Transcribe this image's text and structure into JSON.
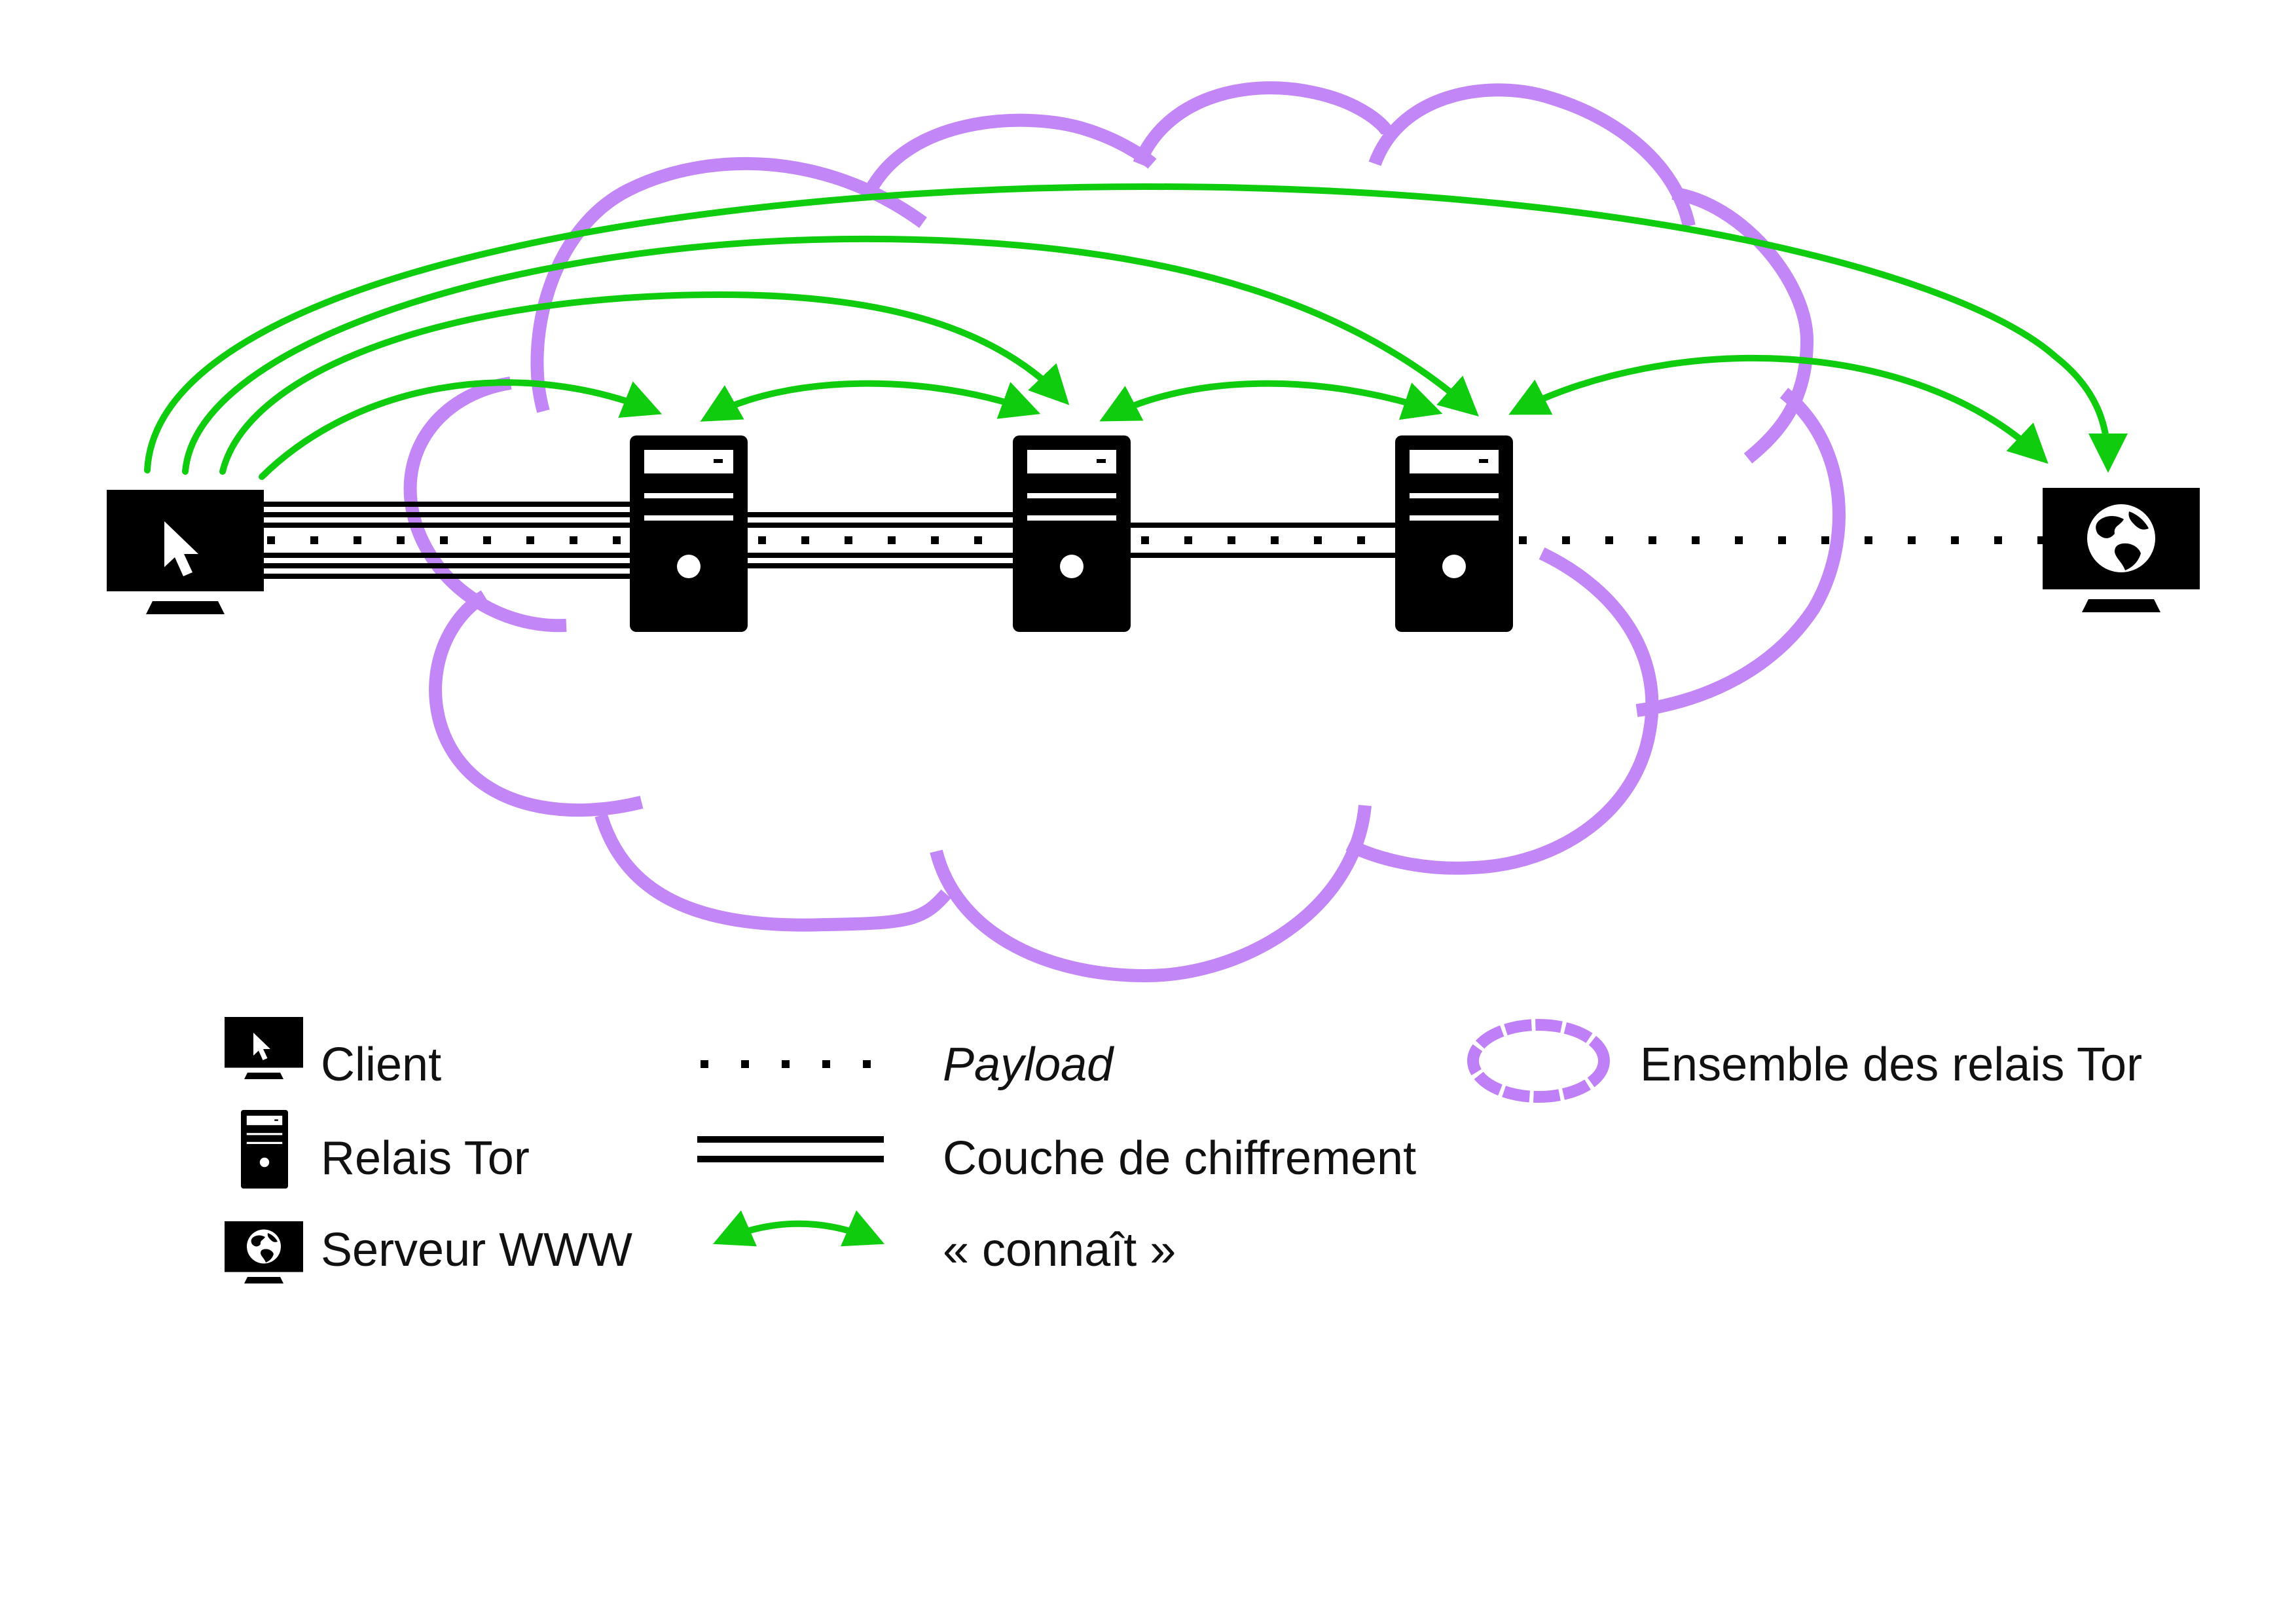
{
  "colors": {
    "cloud": "#bf80f7",
    "arrow": "#0fcc0f",
    "ink": "#000000"
  },
  "nodes": [
    {
      "id": "client",
      "kind": "client-monitor"
    },
    {
      "id": "relay-1",
      "kind": "tor-relay"
    },
    {
      "id": "relay-2",
      "kind": "tor-relay"
    },
    {
      "id": "relay-3",
      "kind": "tor-relay"
    },
    {
      "id": "server",
      "kind": "www-server-monitor"
    }
  ],
  "relations": [
    {
      "from": "client",
      "to": "relay-1",
      "type": "knows"
    },
    {
      "from": "client",
      "to": "relay-2",
      "type": "knows"
    },
    {
      "from": "client",
      "to": "relay-3",
      "type": "knows"
    },
    {
      "from": "client",
      "to": "server",
      "type": "knows"
    },
    {
      "from": "relay-1",
      "to": "relay-2",
      "type": "knows"
    },
    {
      "from": "relay-2",
      "to": "relay-3",
      "type": "knows"
    },
    {
      "from": "relay-3",
      "to": "server",
      "type": "knows"
    }
  ],
  "legend": {
    "client": "Client",
    "relay": "Relais Tor",
    "server": "Serveur WWW",
    "payload": "Payload",
    "encryption_layer": "Couche de chiffrement",
    "knows": "« connaît »",
    "relay_set": "Ensemble des relais Tor"
  }
}
